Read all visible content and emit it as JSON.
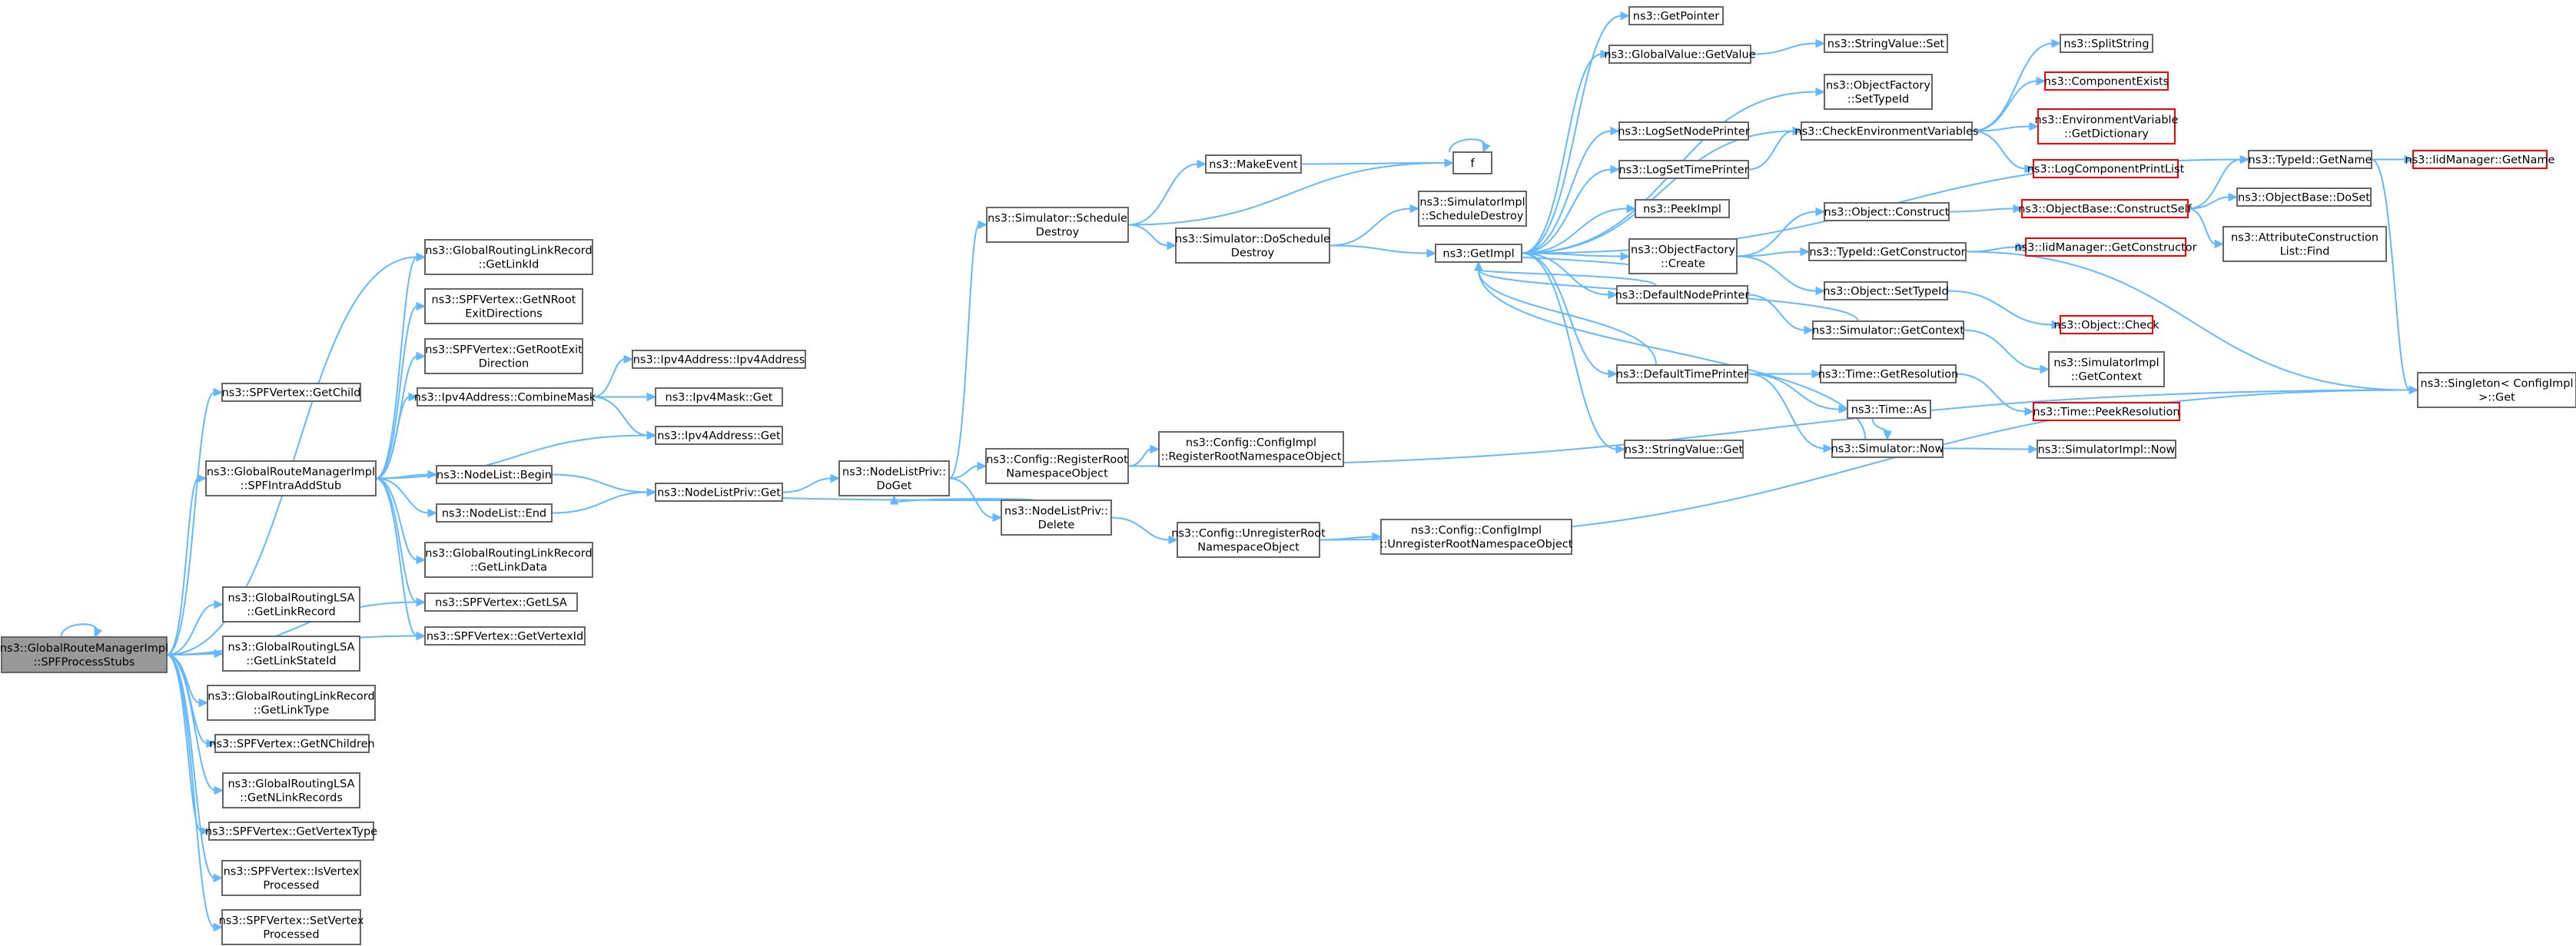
{
  "nodes": {
    "root": {
      "lines": [
        "ns3::GlobalRouteManagerImpl",
        "::SPFProcessStubs"
      ],
      "red": false,
      "root": true
    },
    "getChild": {
      "lines": [
        "ns3::SPFVertex::GetChild"
      ],
      "red": false
    },
    "intraAdd": {
      "lines": [
        "ns3::GlobalRouteManagerImpl",
        "::SPFIntraAddStub"
      ],
      "red": false
    },
    "lsaLinkRec": {
      "lines": [
        "ns3::GlobalRoutingLSA",
        "::GetLinkRecord"
      ],
      "red": false
    },
    "lsaStateId": {
      "lines": [
        "ns3::GlobalRoutingLSA",
        "::GetLinkStateId"
      ],
      "red": false
    },
    "recLinkType": {
      "lines": [
        "ns3::GlobalRoutingLinkRecord",
        "::GetLinkType"
      ],
      "red": false
    },
    "nChildren": {
      "lines": [
        "ns3::SPFVertex::GetNChildren"
      ],
      "red": false
    },
    "nLinkRec": {
      "lines": [
        "ns3::GlobalRoutingLSA",
        "::GetNLinkRecords"
      ],
      "red": false
    },
    "vertexType": {
      "lines": [
        "ns3::SPFVertex::GetVertexType"
      ],
      "red": false
    },
    "isVertexProc": {
      "lines": [
        "ns3::SPFVertex::IsVertex",
        "Processed"
      ],
      "red": false
    },
    "setVertexProc": {
      "lines": [
        "ns3::SPFVertex::SetVertex",
        "Processed"
      ],
      "red": false
    },
    "recLinkId": {
      "lines": [
        "ns3::GlobalRoutingLinkRecord",
        "::GetLinkId"
      ],
      "red": false
    },
    "nRootExit": {
      "lines": [
        "ns3::SPFVertex::GetNRoot",
        "ExitDirections"
      ],
      "red": false
    },
    "rootExit": {
      "lines": [
        "ns3::SPFVertex::GetRootExit",
        "Direction"
      ],
      "red": false
    },
    "combineMask": {
      "lines": [
        "ns3::Ipv4Address::CombineMask"
      ],
      "red": false
    },
    "nodeListBegin": {
      "lines": [
        "ns3::NodeList::Begin"
      ],
      "red": false
    },
    "nodeListEnd": {
      "lines": [
        "ns3::NodeList::End"
      ],
      "red": false
    },
    "recLinkData": {
      "lines": [
        "ns3::GlobalRoutingLinkRecord",
        "::GetLinkData"
      ],
      "red": false
    },
    "getLSA": {
      "lines": [
        "ns3::SPFVertex::GetLSA"
      ],
      "red": false
    },
    "getVertexId": {
      "lines": [
        "ns3::SPFVertex::GetVertexId"
      ],
      "red": false
    },
    "ipv4Ctor": {
      "lines": [
        "ns3::Ipv4Address::Ipv4Address"
      ],
      "red": false
    },
    "ipv4MaskGet": {
      "lines": [
        "ns3::Ipv4Mask::Get"
      ],
      "red": false
    },
    "ipv4Get": {
      "lines": [
        "ns3::Ipv4Address::Get"
      ],
      "red": false
    },
    "nlpGet": {
      "lines": [
        "ns3::NodeListPriv::Get"
      ],
      "red": false
    },
    "nlpDoGet": {
      "lines": [
        "ns3::NodeListPriv::",
        "DoGet"
      ],
      "red": false
    },
    "nlpDelete": {
      "lines": [
        "ns3::NodeListPriv::",
        "Delete"
      ],
      "red": false
    },
    "simSchedDestroy": {
      "lines": [
        "ns3::Simulator::Schedule",
        "Destroy"
      ],
      "red": false
    },
    "cfgRegister": {
      "lines": [
        "ns3::Config::RegisterRoot",
        "NamespaceObject"
      ],
      "red": false
    },
    "cfgUnregister": {
      "lines": [
        "ns3::Config::UnregisterRoot",
        "NamespaceObject"
      ],
      "red": false
    },
    "cfgImplRegister": {
      "lines": [
        "ns3::Config::ConfigImpl",
        "::RegisterRootNamespaceObject"
      ],
      "red": false
    },
    "cfgImplUnregister": {
      "lines": [
        "ns3::Config::ConfigImpl",
        "::UnregisterRootNamespaceObject"
      ],
      "red": false
    },
    "makeEvent": {
      "lines": [
        "ns3::MakeEvent"
      ],
      "red": false
    },
    "simDoSched": {
      "lines": [
        "ns3::Simulator::DoSchedule",
        "Destroy"
      ],
      "red": false
    },
    "fNode": {
      "lines": [
        "f"
      ],
      "red": false
    },
    "simImplSched": {
      "lines": [
        "ns3::SimulatorImpl",
        "::ScheduleDestroy"
      ],
      "red": false
    },
    "getImpl": {
      "lines": [
        "ns3::GetImpl"
      ],
      "red": false
    },
    "getPointer": {
      "lines": [
        "ns3::GetPointer"
      ],
      "red": false
    },
    "gvGetValue": {
      "lines": [
        "ns3::GlobalValue::GetValue"
      ],
      "red": false
    },
    "ofSetTypeId": {
      "lines": [
        "ns3::ObjectFactory",
        "::SetTypeId"
      ],
      "red": false
    },
    "logNodePrinter": {
      "lines": [
        "ns3::LogSetNodePrinter"
      ],
      "red": false
    },
    "logTimePrinter": {
      "lines": [
        "ns3::LogSetTimePrinter"
      ],
      "red": false
    },
    "peekImpl": {
      "lines": [
        "ns3::PeekImpl"
      ],
      "red": false
    },
    "ofCreate": {
      "lines": [
        "ns3::ObjectFactory",
        "::Create"
      ],
      "red": false
    },
    "defNodePrinter": {
      "lines": [
        "ns3::DefaultNodePrinter"
      ],
      "red": false
    },
    "defTimePrinter": {
      "lines": [
        "ns3::DefaultTimePrinter"
      ],
      "red": false
    },
    "svGet": {
      "lines": [
        "ns3::StringValue::Get"
      ],
      "red": false
    },
    "svSet": {
      "lines": [
        "ns3::StringValue::Set"
      ],
      "red": false
    },
    "checkEnv": {
      "lines": [
        "ns3::CheckEnvironmentVariables"
      ],
      "red": false
    },
    "objConstruct": {
      "lines": [
        "ns3::Object::Construct"
      ],
      "red": false
    },
    "tidGetCtor": {
      "lines": [
        "ns3::TypeId::GetConstructor"
      ],
      "red": false
    },
    "objSetTypeId": {
      "lines": [
        "ns3::Object::SetTypeId"
      ],
      "red": false
    },
    "simGetCtx": {
      "lines": [
        "ns3::Simulator::GetContext"
      ],
      "red": false
    },
    "timeGetRes": {
      "lines": [
        "ns3::Time::GetResolution"
      ],
      "red": false
    },
    "timeAs": {
      "lines": [
        "ns3::Time::As"
      ],
      "red": false
    },
    "simNow": {
      "lines": [
        "ns3::Simulator::Now"
      ],
      "red": false
    },
    "splitString": {
      "lines": [
        "ns3::SplitString"
      ],
      "red": false
    },
    "compExists": {
      "lines": [
        "ns3::ComponentExists"
      ],
      "red": true
    },
    "envGetDict": {
      "lines": [
        "ns3::EnvironmentVariable",
        "::GetDictionary"
      ],
      "red": true
    },
    "logCompList": {
      "lines": [
        "ns3::LogComponentPrintList"
      ],
      "red": true
    },
    "obConstructSelf": {
      "lines": [
        "ns3::ObjectBase::ConstructSelf"
      ],
      "red": true
    },
    "iidGetCtor": {
      "lines": [
        "ns3::IidManager::GetConstructor"
      ],
      "red": true
    },
    "objCheck": {
      "lines": [
        "ns3::Object::Check"
      ],
      "red": true
    },
    "simImplGetCtx": {
      "lines": [
        "ns3::SimulatorImpl",
        "::GetContext"
      ],
      "red": false
    },
    "timePeekRes": {
      "lines": [
        "ns3::Time::PeekResolution"
      ],
      "red": true
    },
    "simImplNow": {
      "lines": [
        "ns3::SimulatorImpl::Now"
      ],
      "red": false
    },
    "tidGetName": {
      "lines": [
        "ns3::TypeId::GetName"
      ],
      "red": false
    },
    "iidGetName": {
      "lines": [
        "ns3::IidManager::GetName"
      ],
      "red": true
    },
    "obDoSet": {
      "lines": [
        "ns3::ObjectBase::DoSet"
      ],
      "red": false
    },
    "attrFind": {
      "lines": [
        "ns3::AttributeConstruction",
        "List::Find"
      ],
      "red": false
    },
    "singletonGet": {
      "lines": [
        "ns3::Singleton< ConfigImpl",
        " >::Get"
      ],
      "red": false
    }
  }
}
